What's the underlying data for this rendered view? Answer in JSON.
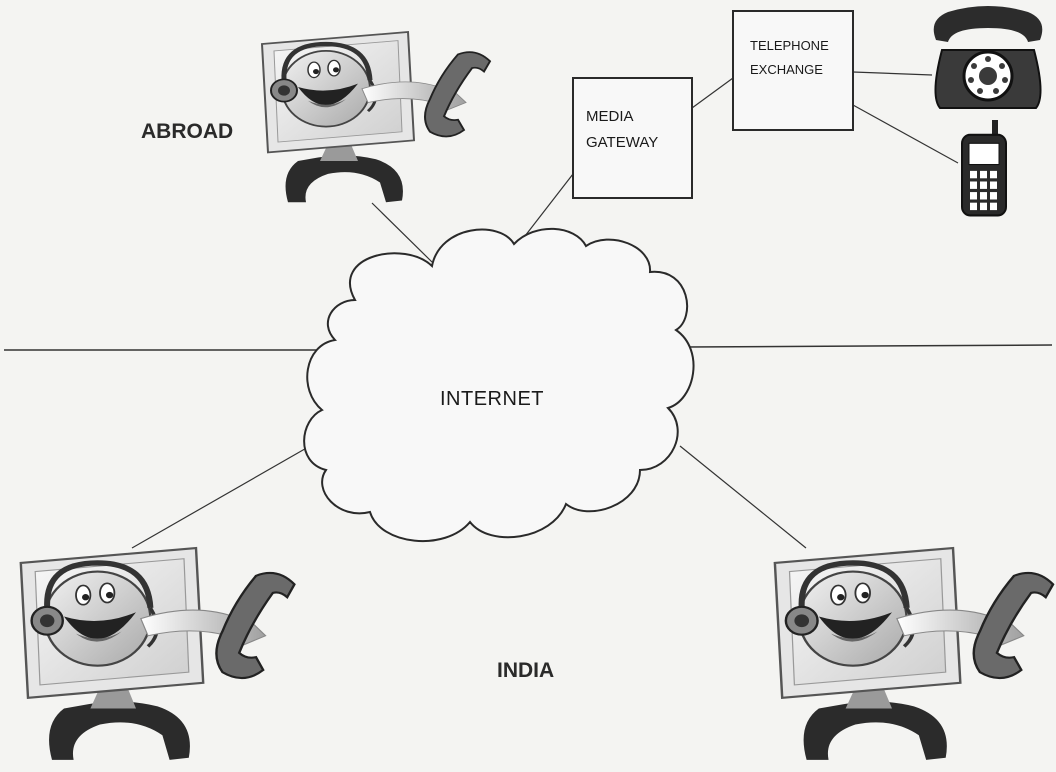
{
  "regions": {
    "abroad": "ABROAD",
    "india": "INDIA"
  },
  "network": {
    "cloud_label": "INTERNET"
  },
  "nodes": {
    "media_gateway": [
      "MEDIA",
      "GATEWAY"
    ],
    "telephone_exchange": [
      "TELEPHONE",
      "EXCHANGE"
    ]
  },
  "icons": {
    "computer": "voip-computer-icon",
    "desk_phone": "desk-telephone-icon",
    "mobile_phone": "mobile-phone-icon",
    "cloud": "internet-cloud"
  },
  "colors": {
    "line": "#333333",
    "monitor_frame": "#e9e9e9",
    "monitor_stand": "#2b2b2b",
    "face": "#d4d4d4",
    "phone_handset": "#6a6a6a"
  }
}
